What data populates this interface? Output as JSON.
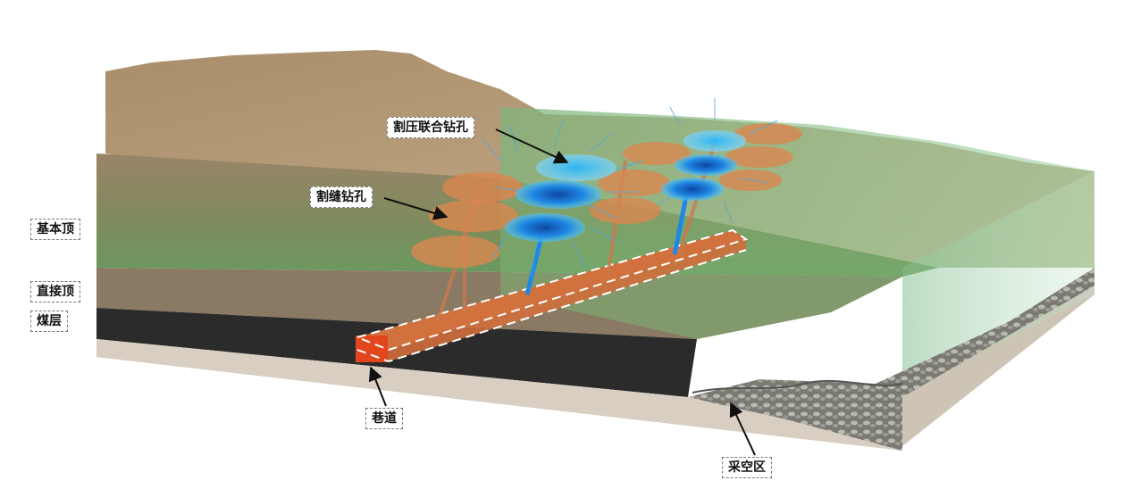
{
  "labels": {
    "combined_borehole": "割压联合钻孔",
    "slotting_borehole": "割缝钻孔",
    "main_roof": "基本顶",
    "immediate_roof": "直接顶",
    "coal_seam": "煤层",
    "roadway": "巷道",
    "goaf": "采空区"
  },
  "colors": {
    "fracture_disc": "#d9874f",
    "blue_fracture": "#1e88e5",
    "roadway": "#d9603a",
    "rock_green": "#6fa86a",
    "coal": "#2a2a2a"
  }
}
